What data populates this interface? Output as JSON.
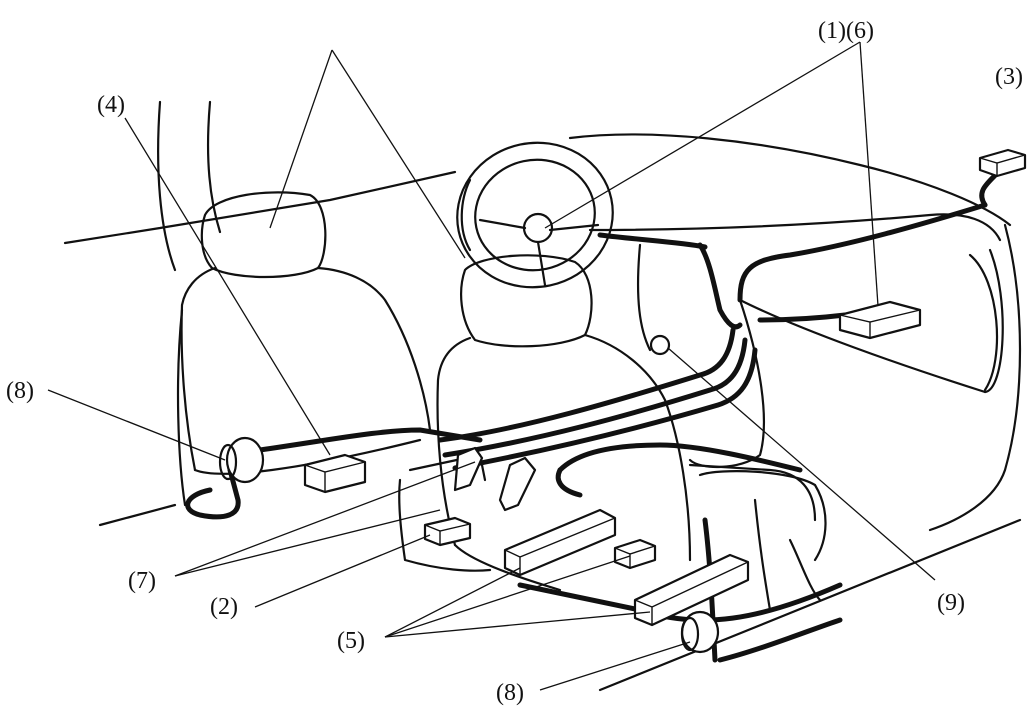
{
  "labels": {
    "l1_6": "(1)(6)",
    "l3": "(3)",
    "l4": "(4)",
    "l8_left": "(8)",
    "l7": "(7)",
    "l2": "(2)",
    "l5": "(5)",
    "l8_bottom": "(8)",
    "l9": "(9)"
  }
}
